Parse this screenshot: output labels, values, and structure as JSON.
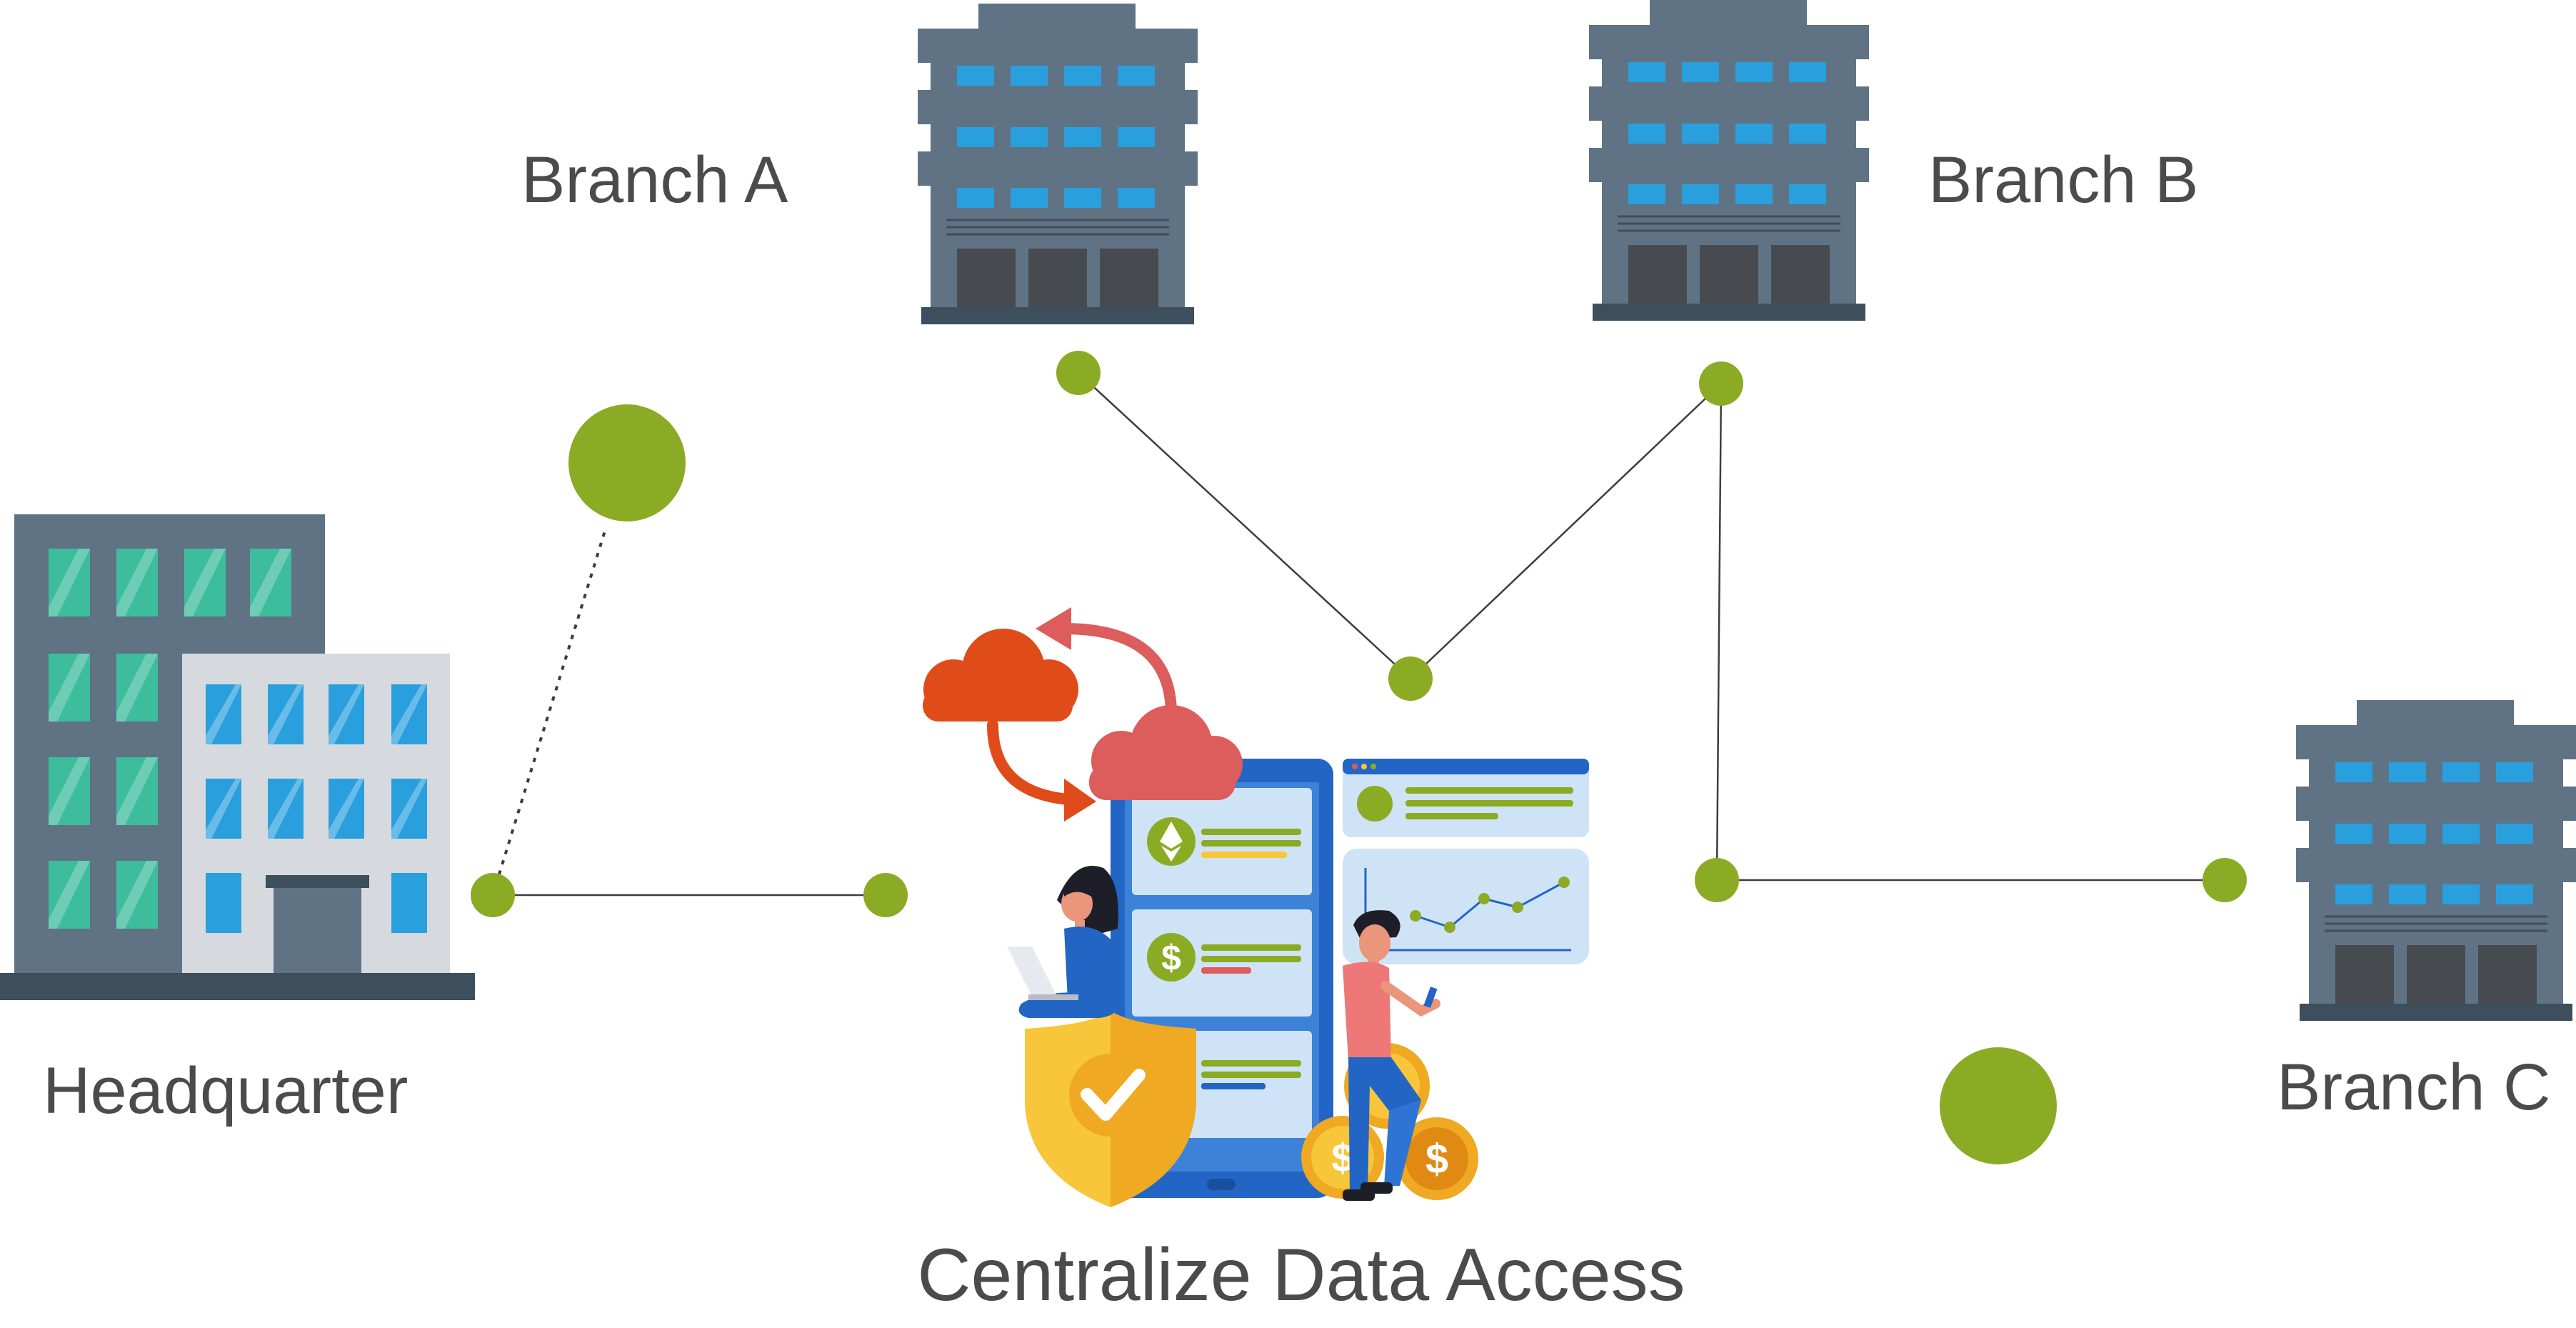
{
  "labels": {
    "headquarter": "Headquarter",
    "branch_a": "Branch A",
    "branch_b": "Branch B",
    "branch_c": "Branch C",
    "center": "Centralize Data Access"
  },
  "colors": {
    "node_green": "#8bab24",
    "line": "#3d3d3d",
    "building_gray": "#5f7385",
    "building_dark": "#3d4e5d",
    "window_blue": "#2a9fde",
    "window_teal": "#3dbd9b",
    "phone_blue": "#2265c4",
    "cloud_orange": "#e04b1a",
    "cloud_pink": "#dd5c5c",
    "shield_yellow": "#f8c63a",
    "coin_gold": "#f0a922",
    "text": "#4b4b4b"
  },
  "icons": {
    "dollar": "$",
    "ethereum": "ethereum-icon",
    "checkmark": "check-icon"
  }
}
